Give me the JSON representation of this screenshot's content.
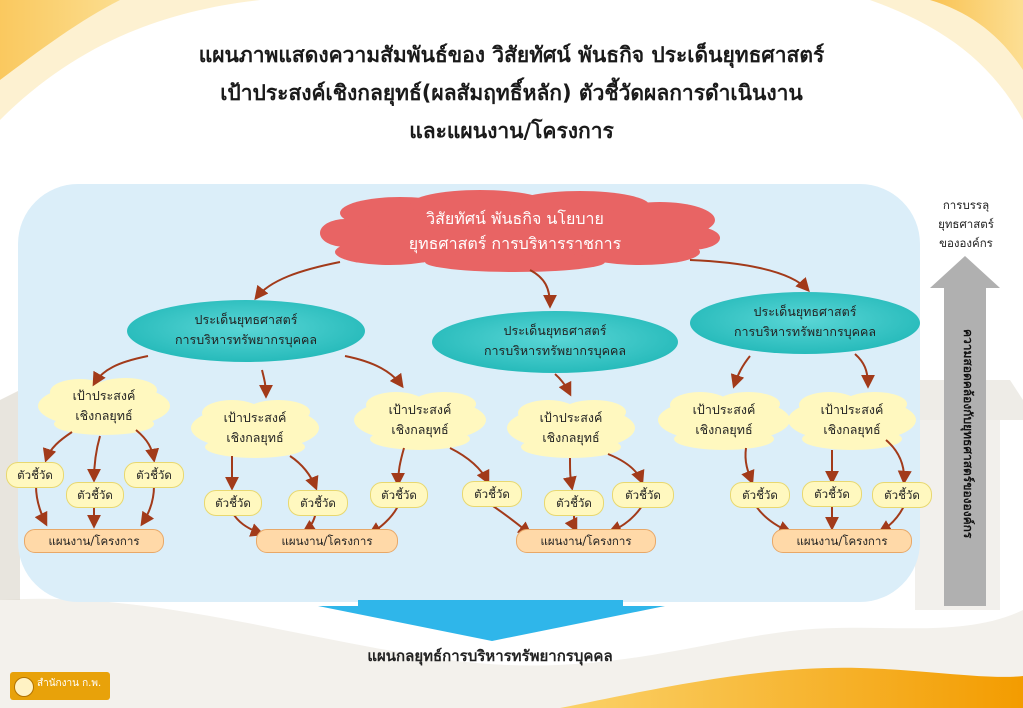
{
  "title": {
    "line1": "แผนภาพแสดงความสัมพันธ์ของ วิสัยทัศน์ พันธกิจ ประเด็นยุทธศาสตร์",
    "line2": "เป้าประสงค์เชิงกลยุทธ์(ผลสัมฤทธิ์หลัก) ตัวชี้วัดผลการดำเนินงาน",
    "line3": "และแผนงาน/โครงการ"
  },
  "top_cloud": {
    "line1": "วิสัยทัศน์  พันธกิจ  นโยบาย",
    "line2": "ยุทธศาสตร์ การบริหารราชการ"
  },
  "issue": {
    "line1": "ประเด็นยุทธศาสตร์",
    "line2": "การบริหารทรัพยากรบุคคล"
  },
  "goal": {
    "line1": "เป้าประสงค์",
    "line2": "เชิงกลยุทธ์"
  },
  "indicator_label": "ตัวชี้วัด",
  "plan_label": "แผนงาน/โครงการ",
  "side": {
    "line1": "การบรรลุ",
    "line2": "ยุทธศาสตร์",
    "line3": "ขององค์กร",
    "vertical": "ความสอดคล้องกับยุทธศาสตร์ขององค์กร"
  },
  "bottom_label": "แผนกลยุทธ์การบริหารทรัพยากรบุคคล",
  "logo": {
    "text": "สำนักงาน ก.พ."
  },
  "colors": {
    "cloud_red": "#e86464",
    "issue_teal": "#33c9c9",
    "goal_yellow": "#fff8bf",
    "indicator_yellow": "#fff8bf",
    "plan_orange": "#ffd9a8",
    "arrow_brown": "#a23a1a",
    "panel_blue": "#dbeef9",
    "down_arrow": "#2fb6ea",
    "side_arrow": "#b0b0b0"
  }
}
